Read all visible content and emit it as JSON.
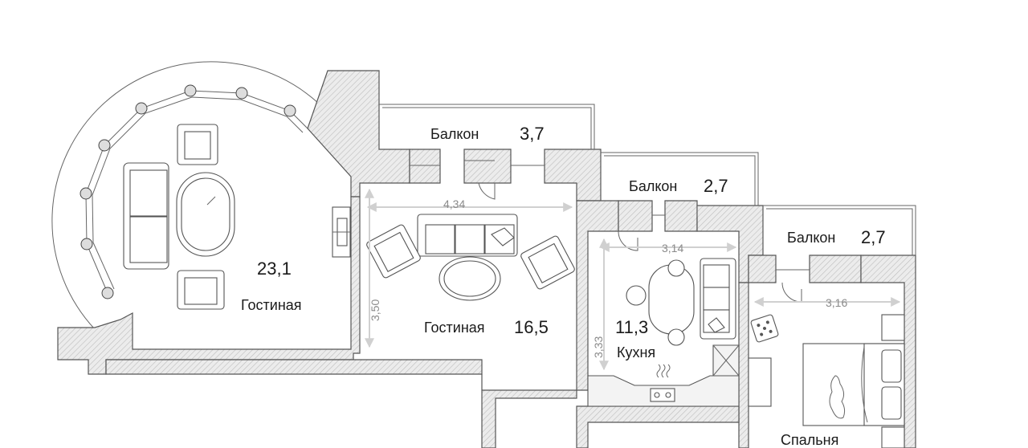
{
  "rooms": [
    {
      "name": "",
      "area": "23,1"
    },
    {
      "name": "Гостиная",
      "area": ""
    },
    {
      "name": "Гостиная",
      "area": "16,5"
    },
    {
      "name": "Кухня",
      "area": "11,3"
    },
    {
      "name": "Спальня",
      "area": ""
    }
  ],
  "balconies": [
    {
      "name": "Балкон",
      "area": "3,7"
    },
    {
      "name": "Балкон",
      "area": "2,7"
    },
    {
      "name": "Балкон",
      "area": "2,7"
    }
  ],
  "dimensions": {
    "living_width": "4,34",
    "living_height": "3,50",
    "kitchen_width": "3,14",
    "kitchen_height": "3,33",
    "bedroom_width": "3,16"
  }
}
